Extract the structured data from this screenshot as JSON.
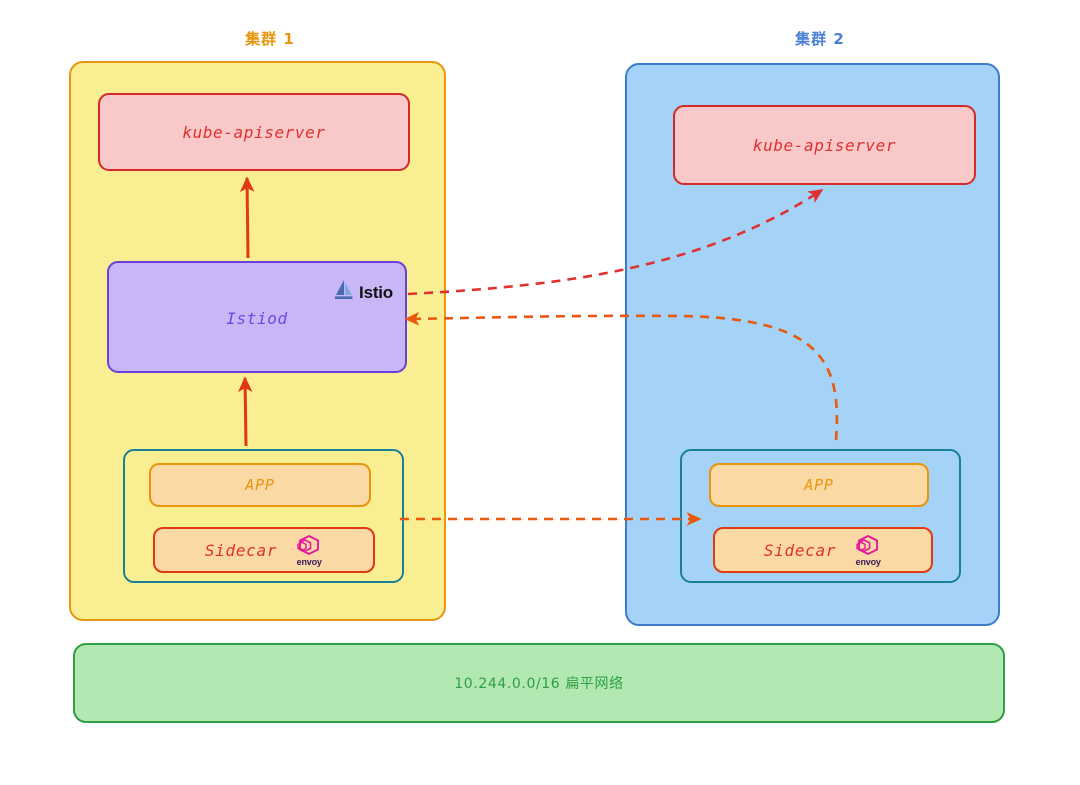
{
  "diagram": {
    "title_cluster1": "集群 1",
    "title_cluster2": "集群 2",
    "colors": {
      "cluster1_fill": "#f9ee92",
      "cluster1_border": "#e8960e",
      "cluster2_fill": "#a5d2f7",
      "cluster2_border": "#3d7cc9",
      "apiserver_fill": "#f9c8c8",
      "apiserver_border": "#d32b2b",
      "istiod_fill": "#c9b6f7",
      "istiod_border": "#6741d9",
      "pod_border": "#1b7f96",
      "app_fill": "#fbd9a5",
      "app_border": "#e8960e",
      "sidecar_border": "#e03a14",
      "network_fill": "#b2e8b2",
      "network_border": "#2f9e44",
      "arrow_solid": "#e03a14",
      "arrow_dashed_red": "#e03131",
      "arrow_dashed_orange": "#e8590c"
    }
  },
  "cluster1": {
    "apiserver": {
      "label": "kube-apiserver"
    },
    "istiod": {
      "label": "Istiod",
      "logo_text": "Istio",
      "logo_icon": "istio-sailboat-icon"
    },
    "pod": {
      "app": {
        "label": "APP"
      },
      "sidecar": {
        "label": "Sidecar",
        "logo_text": "envoy",
        "logo_icon": "envoy-hexagon-icon"
      }
    }
  },
  "cluster2": {
    "apiserver": {
      "label": "kube-apiserver"
    },
    "pod": {
      "app": {
        "label": "APP"
      },
      "sidecar": {
        "label": "Sidecar",
        "logo_text": "envoy",
        "logo_icon": "envoy-hexagon-icon"
      }
    }
  },
  "network": {
    "label": "10.244.0.0/16 扁平网络"
  }
}
